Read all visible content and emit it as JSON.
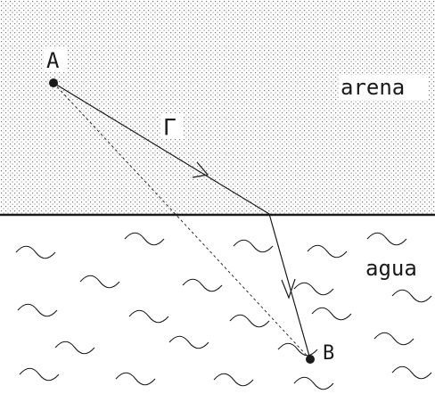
{
  "labels": {
    "point_a": "A",
    "point_b": "B",
    "path": "Γ",
    "top_region": "arena",
    "bottom_region": "agua"
  },
  "colors": {
    "ink": "#1a1a1a",
    "sand_dot": "#7a7a7a",
    "background": "#ffffff"
  },
  "icons": {
    "path_arrow": "open-chevron-arrowhead",
    "water_wave": "tilde-wave"
  }
}
